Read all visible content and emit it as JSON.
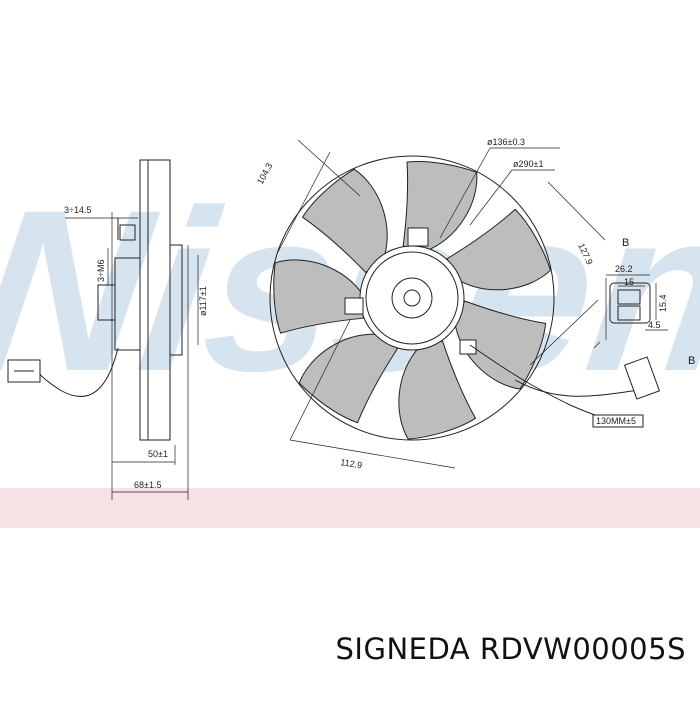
{
  "caption": "SIGNEDA RDVW00005S",
  "watermark": {
    "text": "Nissens",
    "color": "#c9dcec",
    "band_color": "#f2c8d0"
  },
  "dimensions": {
    "d_outer_fan": "ø290±1",
    "d_hub": "ø136±0.3",
    "d_motor": "ø117±1",
    "depth_total": "68±1.5",
    "depth_motor": "50±1",
    "mount_offset": "3÷14.5",
    "thread": "3÷M6",
    "arc_top": "104.3",
    "arc_right": "127.9",
    "arc_bottom": "112.9",
    "cable_length": "130MM±5",
    "conn_width": "26.2",
    "conn_inner": "15",
    "conn_height": "15.4",
    "conn_pin": "4.5",
    "label_b": "B"
  }
}
